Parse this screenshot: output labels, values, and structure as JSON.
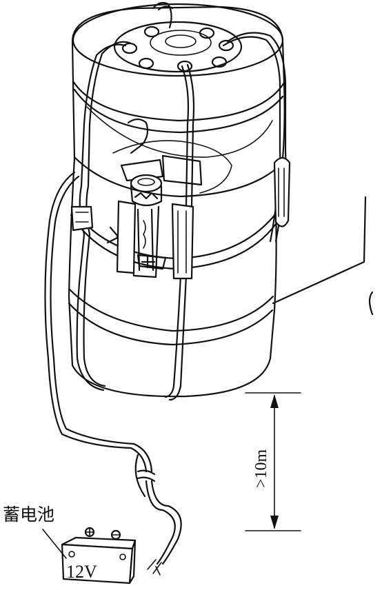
{
  "labels": {
    "battery": "蓄电池",
    "battery_voltage": "12V",
    "distance": ">10m"
  }
}
